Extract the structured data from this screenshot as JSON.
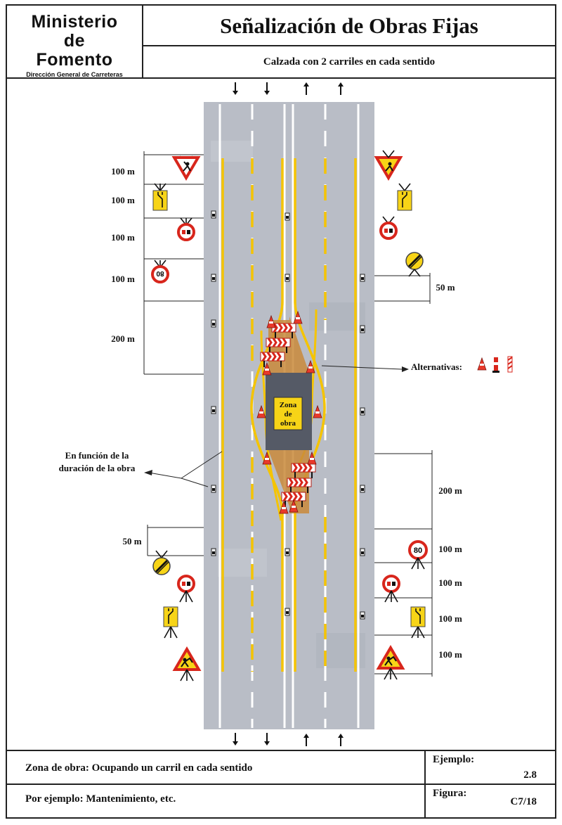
{
  "header": {
    "ministry_line1": "Ministerio",
    "ministry_line2": "de",
    "ministry_line3": "Fomento",
    "ministry_sub": "Dirección General de Carreteras",
    "title": "Señalización de Obras Fijas",
    "subtitle": "Calzada con 2 carriles en cada sentido"
  },
  "diagram": {
    "work_zone_line1": "Zona",
    "work_zone_line2": "de",
    "work_zone_line3": "obra",
    "alternatives_label": "Alternativas:",
    "duration_label_line1": "En función de la",
    "duration_label_line2": "duración de la obra",
    "left_distances": [
      "100 m",
      "100 m",
      "100 m",
      "100 m",
      "200 m"
    ],
    "left_end_distance": "50 m",
    "right_end_distance": "50 m",
    "right_distances": [
      "200 m",
      "100 m",
      "100 m",
      "100 m",
      "100 m"
    ],
    "speed_limit_value": "80",
    "colors": {
      "road": "#b9bdc6",
      "yellow": "#f5c400",
      "sign_red": "#d8261c",
      "sign_yellow": "#f7d417",
      "work": "#c98a3a"
    }
  },
  "footer": {
    "zone_label": "Zona de obra: Ocupando un carril en cada sentido",
    "example_label": "Ejemplo:",
    "example_value": "2.8",
    "example_text": "Por ejemplo: Mantenimiento, etc.",
    "figure_label": "Figura:",
    "figure_value": "C7/18"
  }
}
